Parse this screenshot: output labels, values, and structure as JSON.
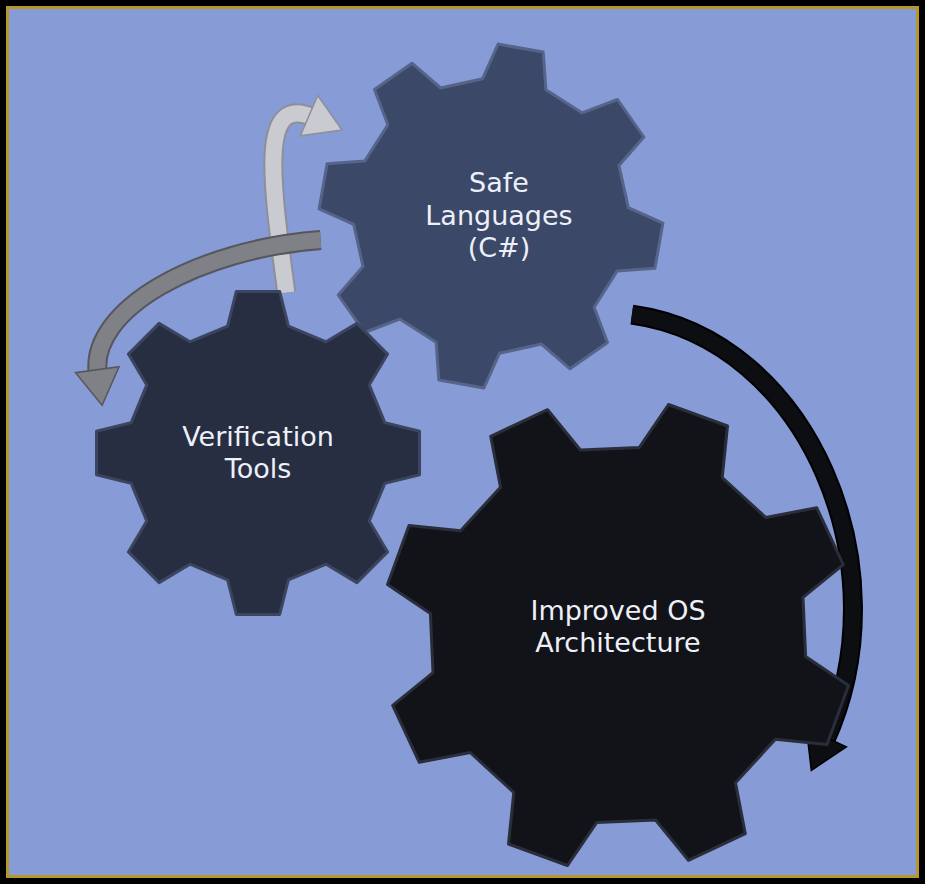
{
  "diagram": {
    "nodes": [
      {
        "text": [
          "Safe Languages (C#)"
        ]
      },
      {
        "text": [
          "Verification Tools"
        ]
      },
      {
        "text": [
          "Improved OS Architecture"
        ]
      }
    ],
    "edges": [
      {
        "from": 1,
        "to": 0,
        "arrow": "to"
      },
      {
        "from": 0,
        "to": 1,
        "arrow": "to"
      },
      {
        "from": 0,
        "to": 2,
        "arrow": "to"
      }
    ]
  }
}
